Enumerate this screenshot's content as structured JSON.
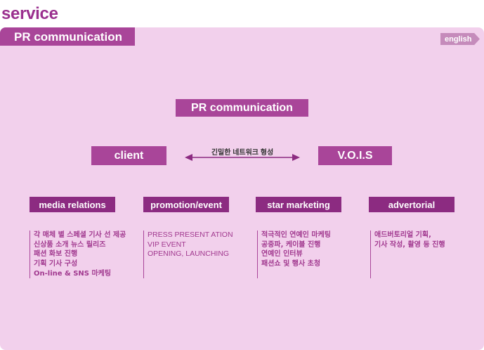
{
  "page": {
    "title": "service"
  },
  "header": {
    "tab_label": "PR communication",
    "english_label": "english"
  },
  "diagram": {
    "top_box": "PR communication",
    "left_box": "client",
    "right_box": "V.O.I.S",
    "connector_label": "긴밀한 네트워크 형성"
  },
  "categories": [
    {
      "title": "media relations",
      "items": [
        "각 매체 별 스페셜 기사 선 제공",
        "신상품 소개 뉴스 릴리즈",
        "패션 화보 진행",
        "기획 기사 구성",
        "On-line & SNS 마케팅"
      ]
    },
    {
      "title": "promotion/event",
      "items": [
        "PRESS PRESENT ATION",
        "VIP EVENT",
        "OPENING, LAUNCHING"
      ]
    },
    {
      "title": "star marketing",
      "items": [
        "적극적인 연예인 마케팅",
        "공중파, 케이블 진행",
        "연예인 인터뷰",
        "패션쇼 및 행사 초청"
      ]
    },
    {
      "title": "advertorial",
      "items": [
        "애드버토리얼 기획,",
        "기사 작성, 촬영 등 진행"
      ]
    }
  ],
  "colors": {
    "accent": "#a94599",
    "panel": "#f2d0ec",
    "category": "#8c2b81",
    "text": "#a1398f"
  },
  "icons": {
    "english": "arrow-tag-icon",
    "connector": "double-arrow-icon"
  }
}
